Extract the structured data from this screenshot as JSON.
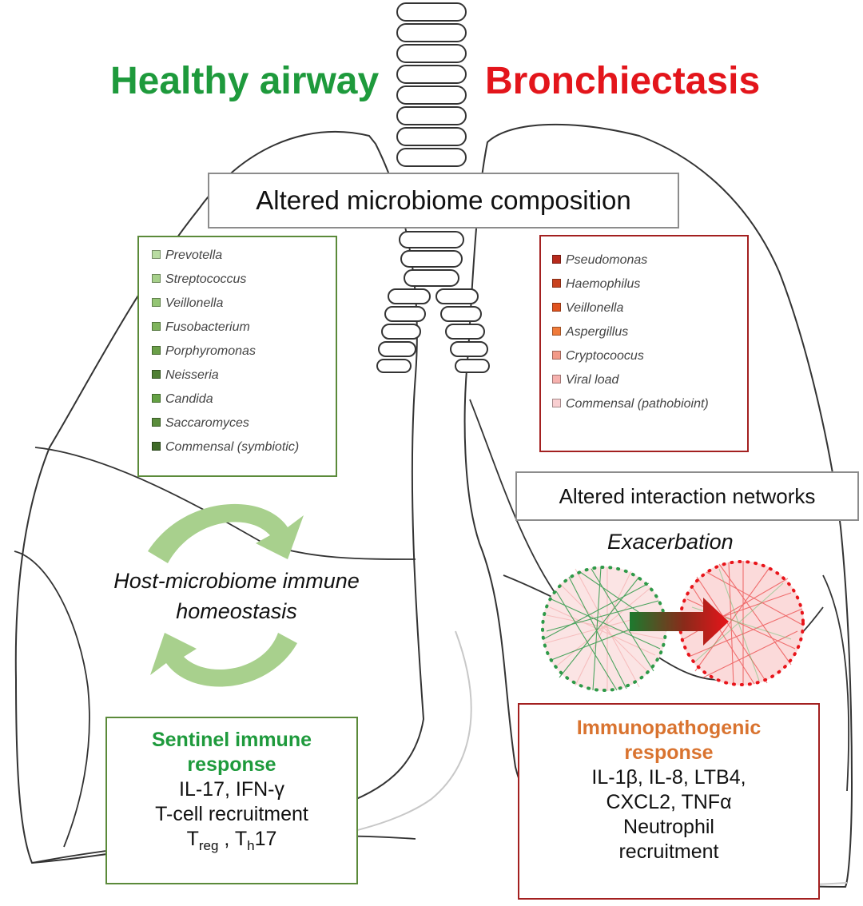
{
  "titles": {
    "healthy": "Healthy airway",
    "bronchiectasis": "Bronchiectasis"
  },
  "colors": {
    "healthy": "#1e9a3c",
    "disease": "#e3151b",
    "healthy_box_border": "#5b8a3a",
    "disease_box_border": "#a32020",
    "cycle_arrows": "#a8d08d",
    "immunopathogenic": "#d9732f"
  },
  "boxes": {
    "microbiome": "Altered microbiome composition",
    "networks": "Altered interaction networks"
  },
  "healthy_taxa": [
    {
      "name": "Prevotella",
      "color": "#b9dca2"
    },
    {
      "name": "Streptococcus",
      "color": "#a6d08a"
    },
    {
      "name": "Veillonella",
      "color": "#94c574"
    },
    {
      "name": "Fusobacterium",
      "color": "#7fb45c"
    },
    {
      "name": "Porphyromonas",
      "color": "#6a9f48"
    },
    {
      "name": "Neisseria",
      "color": "#4f7f33"
    },
    {
      "name": "Candida",
      "color": "#64a144"
    },
    {
      "name": "Saccaromyces",
      "color": "#5a8d3c"
    },
    {
      "name": "Commensal (symbiotic)",
      "color": "#3f6b28"
    }
  ],
  "disease_taxa": [
    {
      "name": "Pseudomonas",
      "color": "#b72a1c"
    },
    {
      "name": "Haemophilus",
      "color": "#c9421f"
    },
    {
      "name": "Veillonella",
      "color": "#e0531f"
    },
    {
      "name": "Aspergillus",
      "color": "#f07b3a"
    },
    {
      "name": "Cryptocoocus",
      "color": "#f39a88"
    },
    {
      "name": "Viral load",
      "color": "#f6b1ae"
    },
    {
      "name": "Commensal (pathobioint)",
      "color": "#f9cfd1"
    }
  ],
  "homeostasis": {
    "line1": "Host-microbiome immune",
    "line2": "homeostasis"
  },
  "exacerbation": "Exacerbation",
  "sentinel": {
    "title1": "Sentinel immune",
    "title2": "response",
    "line1": "IL-17, IFN-γ",
    "line2": "T-cell recruitment",
    "treg_T": "T",
    "treg_sub": "reg",
    "sep": " , ",
    "th_T": "T",
    "th_sub": "h",
    "th_num": "17"
  },
  "immuno": {
    "title1": "Immunopathogenic",
    "title2": "response",
    "line1": "IL-1β, IL-8, LTB4,",
    "line2": "CXCL2, TNFα",
    "line3": "Neutrophil",
    "line4": "recruitment"
  }
}
